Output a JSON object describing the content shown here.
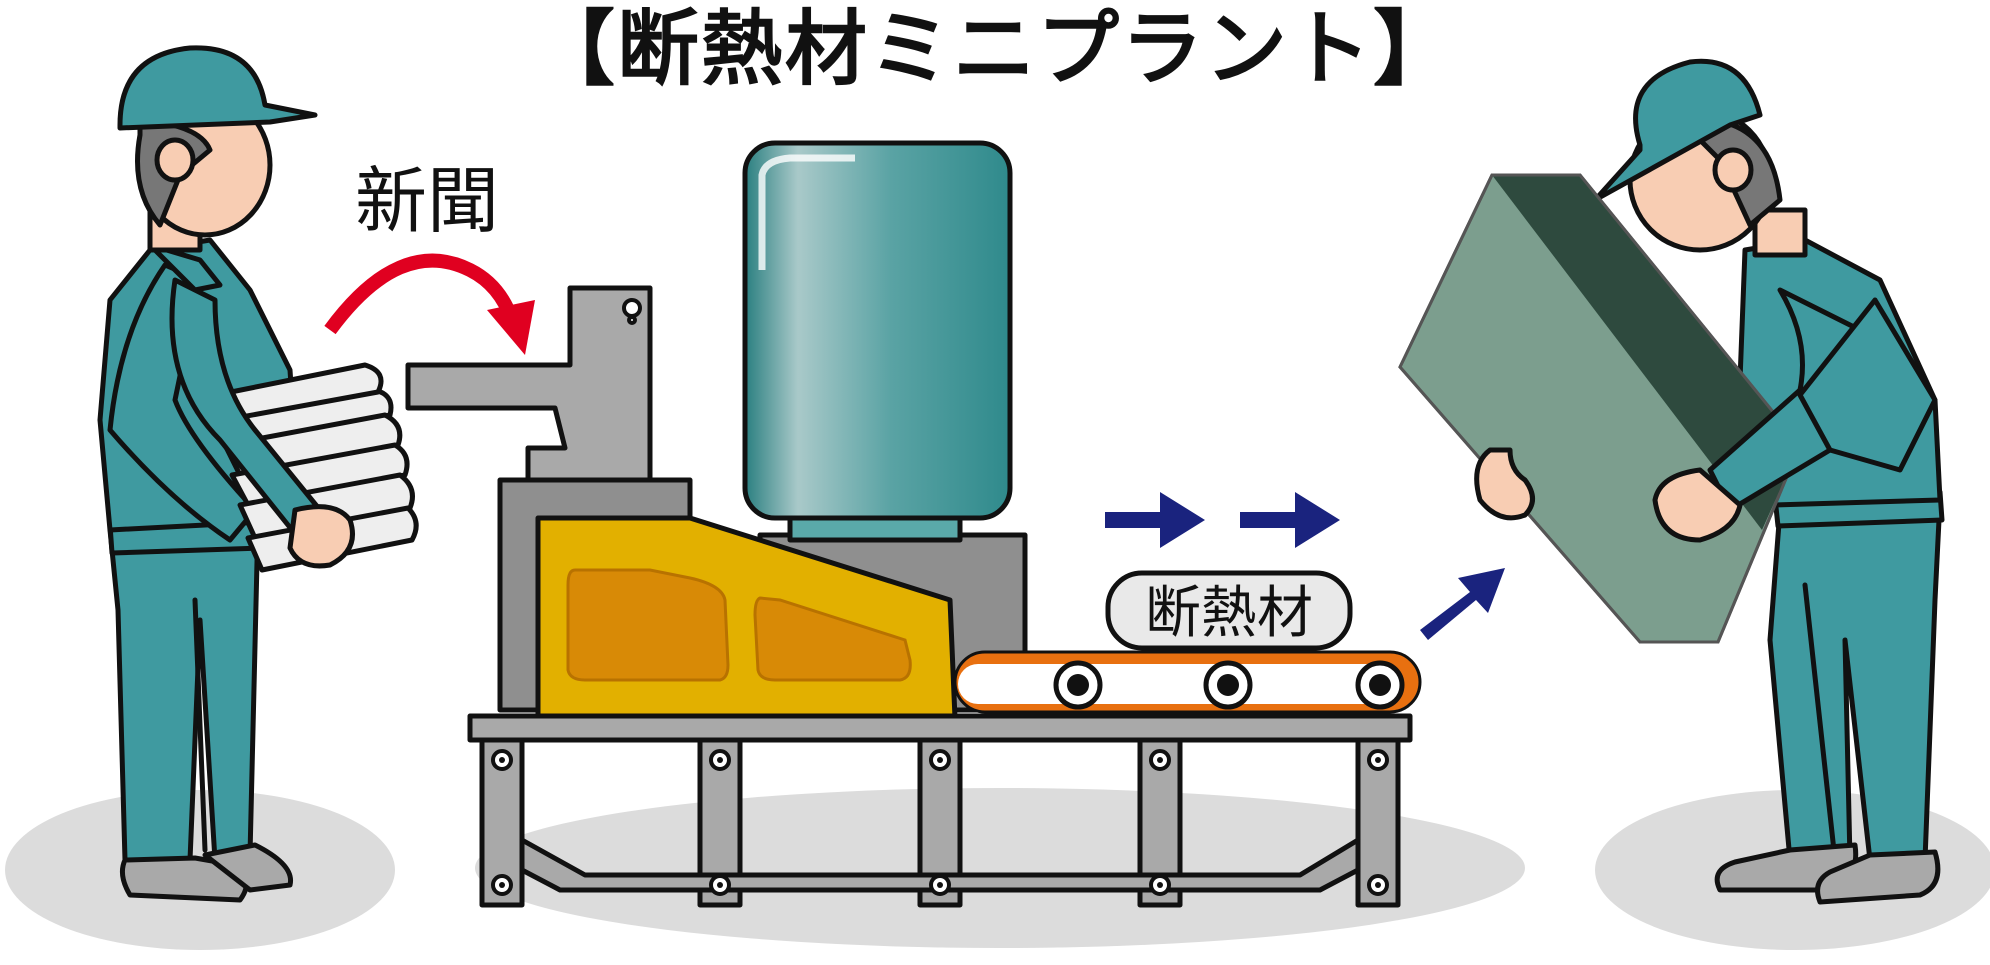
{
  "title": "【断熱材ミニプラント】",
  "labels": {
    "input": "新聞",
    "product": "断熱材"
  },
  "colors": {
    "uniform": "#3f9aa0",
    "skin": "#f8cdb3",
    "machine_yellow": "#e2b000",
    "machine_orange_panel": "#d88a06",
    "machine_grey": "#a9a9a9",
    "tank": "#4a9ea0",
    "conveyor_belt": "#e87010",
    "arrow_red": "#e00020",
    "arrow_navy": "#1a237e",
    "panel_green": "#7c9e8e",
    "panel_dark_green": "#2e4a3e",
    "shadow": "#dcdcdc"
  }
}
